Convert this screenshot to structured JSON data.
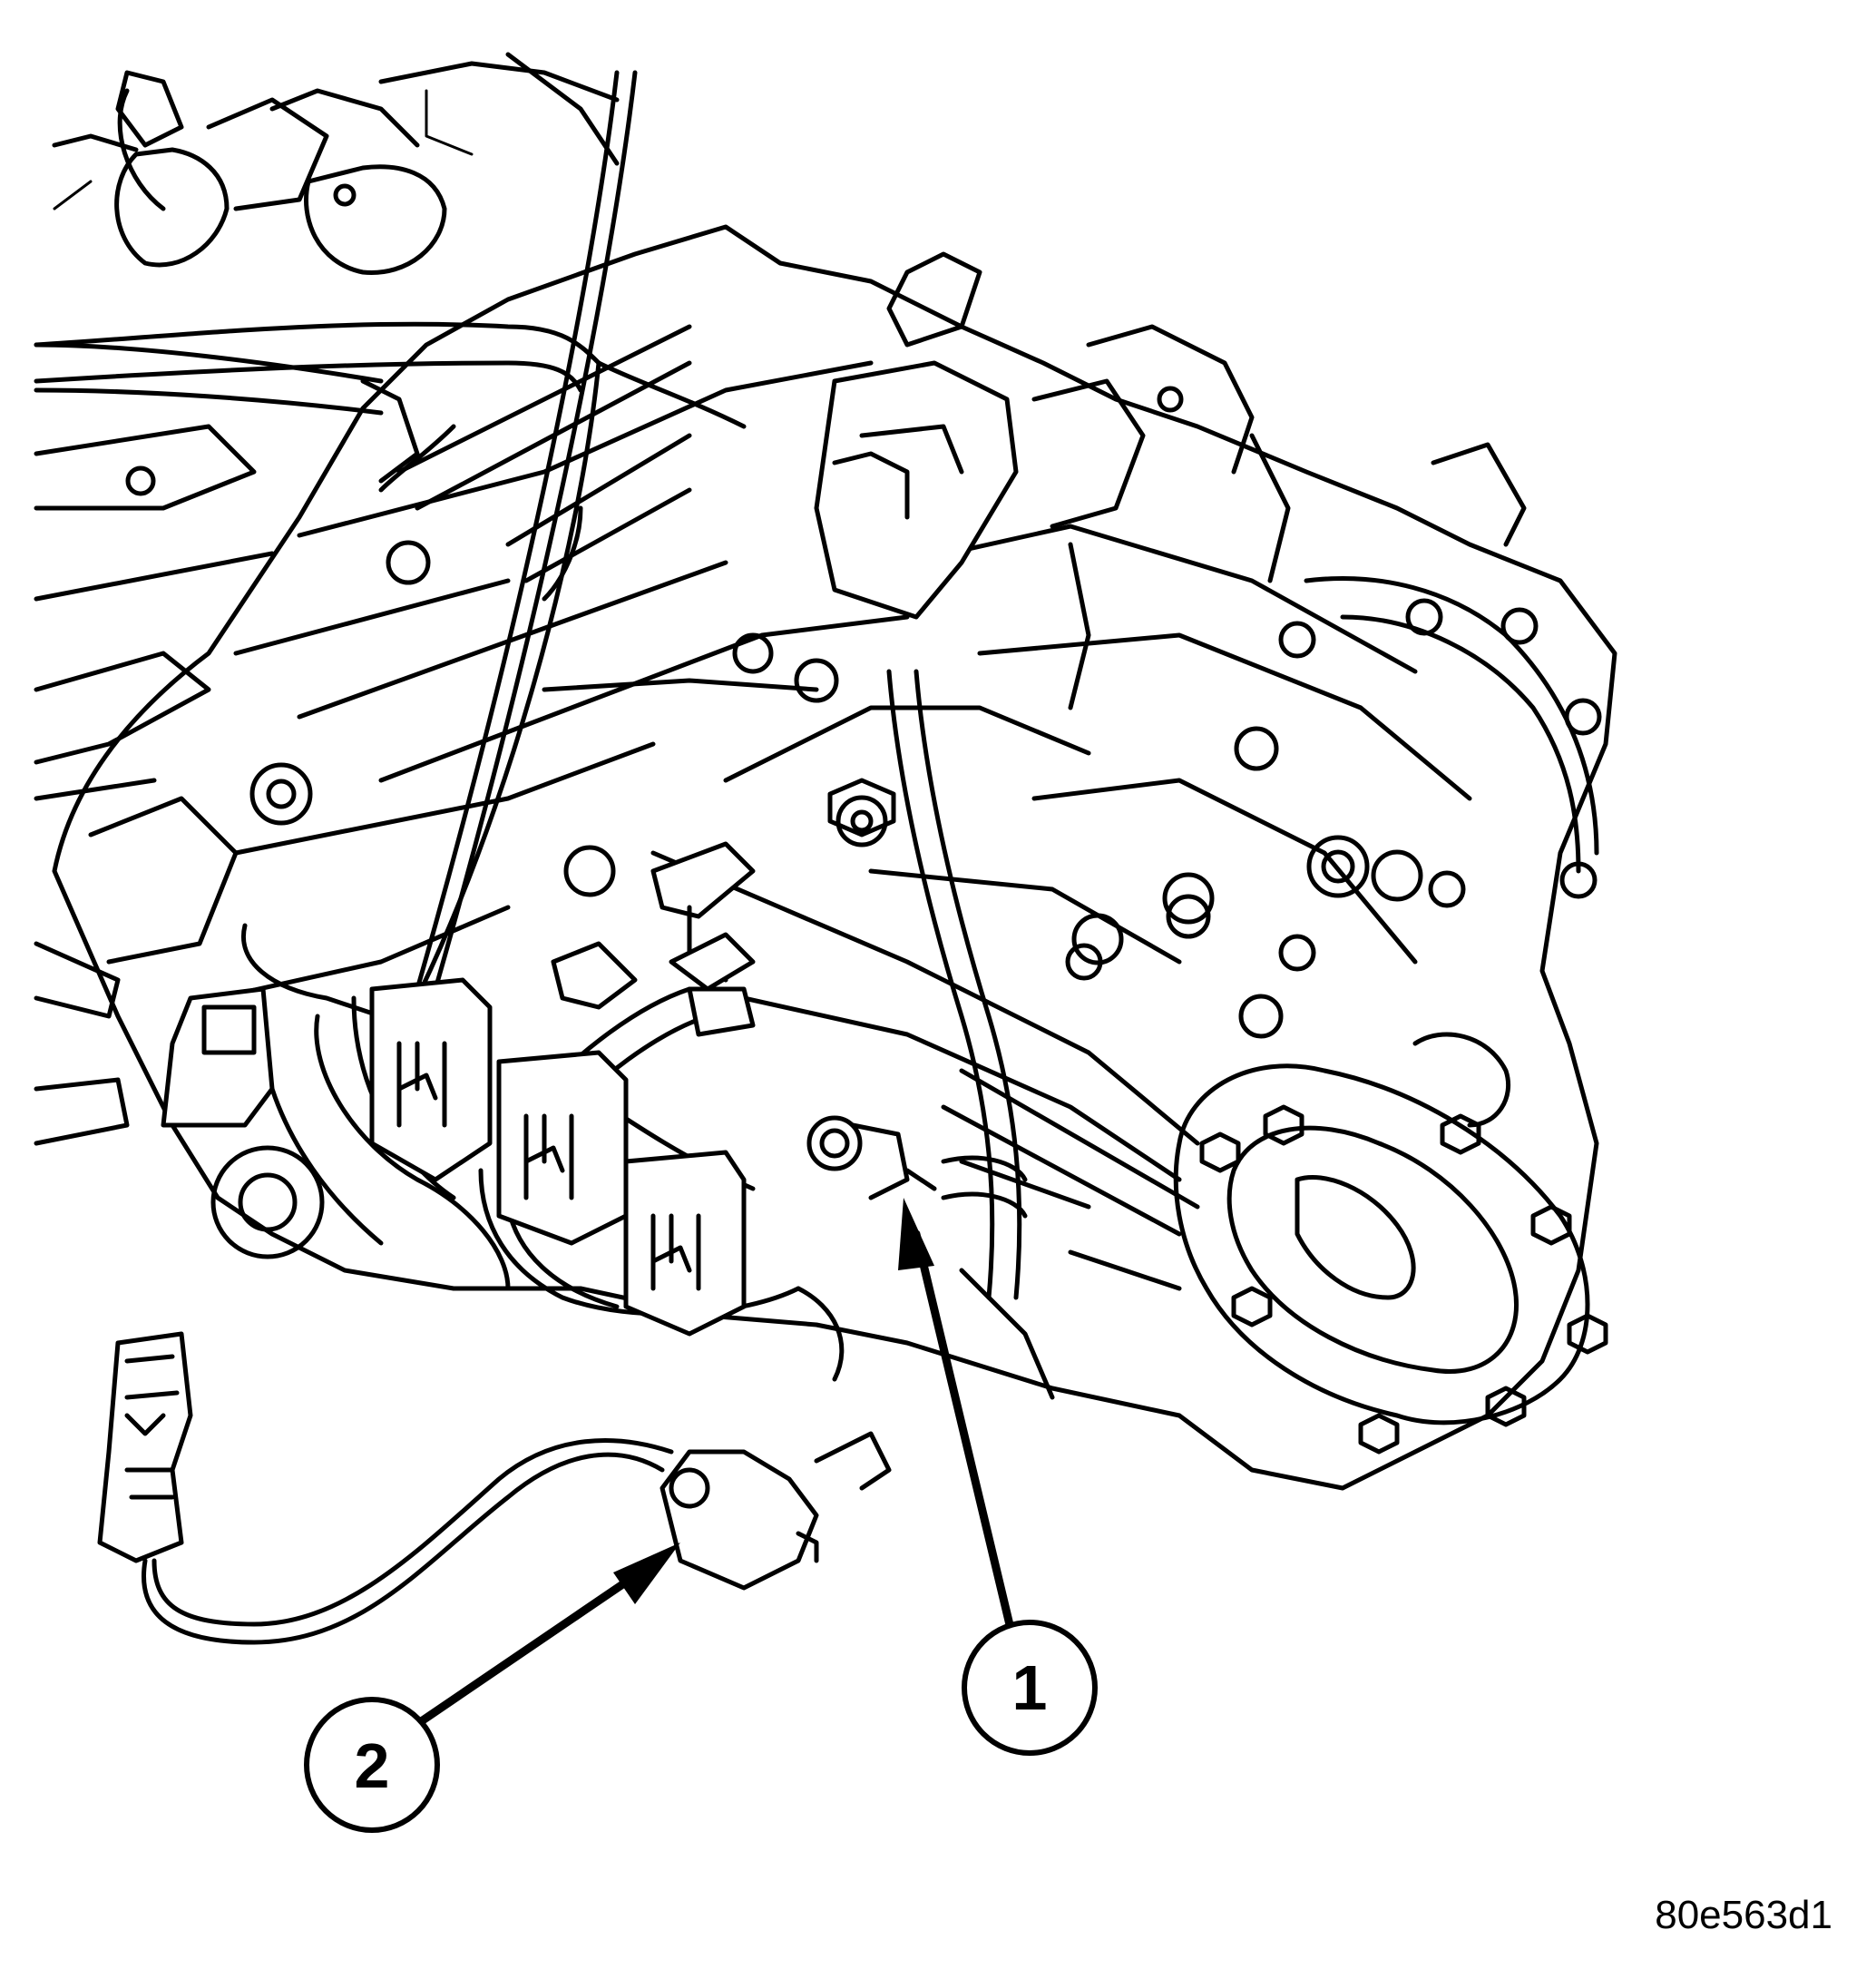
{
  "callouts": [
    {
      "number": "1",
      "target": "connector-1"
    },
    {
      "number": "2",
      "target": "sensor-2"
    }
  ],
  "figure_id": "80e563d1"
}
